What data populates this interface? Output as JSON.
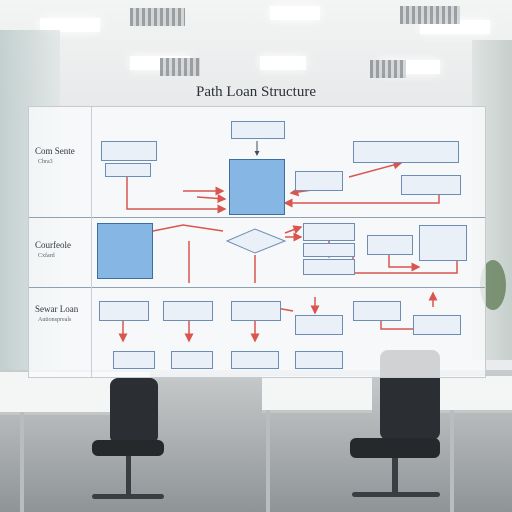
{
  "diagram": {
    "title": "Path Loan Structure",
    "lanes": [
      {
        "label": "Com Sente",
        "sublabel": "Cbra3"
      },
      {
        "label": "Courfeole",
        "sublabel": "Cxfard"
      },
      {
        "label": "Sewar Loan",
        "sublabel": "Autionspreals"
      }
    ]
  },
  "colors": {
    "connector": "#d9564f",
    "box_border": "#6d8db4",
    "box_fill": "#e9f0f8",
    "highlight_fill": "#86b6e3"
  }
}
